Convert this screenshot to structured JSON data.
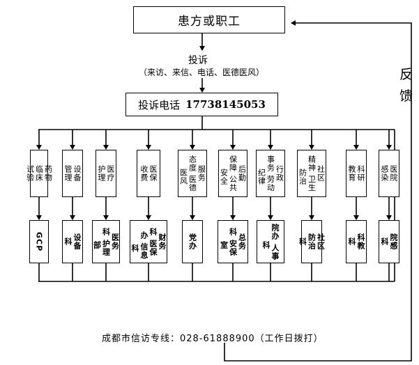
{
  "top_box": "患方或职工",
  "complaint_label": "投诉",
  "complaint_channels": "（来访、来信、电话、医德医风）",
  "hotline_label": "投诉电话",
  "hotline_number": "17738145053",
  "feedback_label": [
    "反",
    "馈"
  ],
  "categories": [
    {
      "top": "药物\n临床\n试验",
      "bottom": "GCP"
    },
    {
      "top": "设备\n管理",
      "bottom": "设备\n科"
    },
    {
      "top": "医疗\n护理",
      "bottom": "医务\n科 护理\n  部"
    },
    {
      "top": "医保\n收费",
      "bottom": "财务\n科 医保\n  办 信息\n    科"
    },
    {
      "top": "服务\n态度 医德\n  医风",
      "bottom": "党办"
    },
    {
      "top": "后勤\n保障 公共\n  安全",
      "bottom": "总务\n科 安保\n  室"
    },
    {
      "top": "行政\n事务 劳动\n  纪律",
      "bottom": "院办 人事\n  科"
    },
    {
      "top": "社区\n精神 卫生\n  防治",
      "bottom": "社区\n防治\n科"
    },
    {
      "top": "科研\n教育",
      "bottom": "科教\n科"
    },
    {
      "top": "医院\n感染",
      "bottom": "院感\n科"
    }
  ],
  "footer": "成都市信访专线：028-61888900（工作日拨打）"
}
